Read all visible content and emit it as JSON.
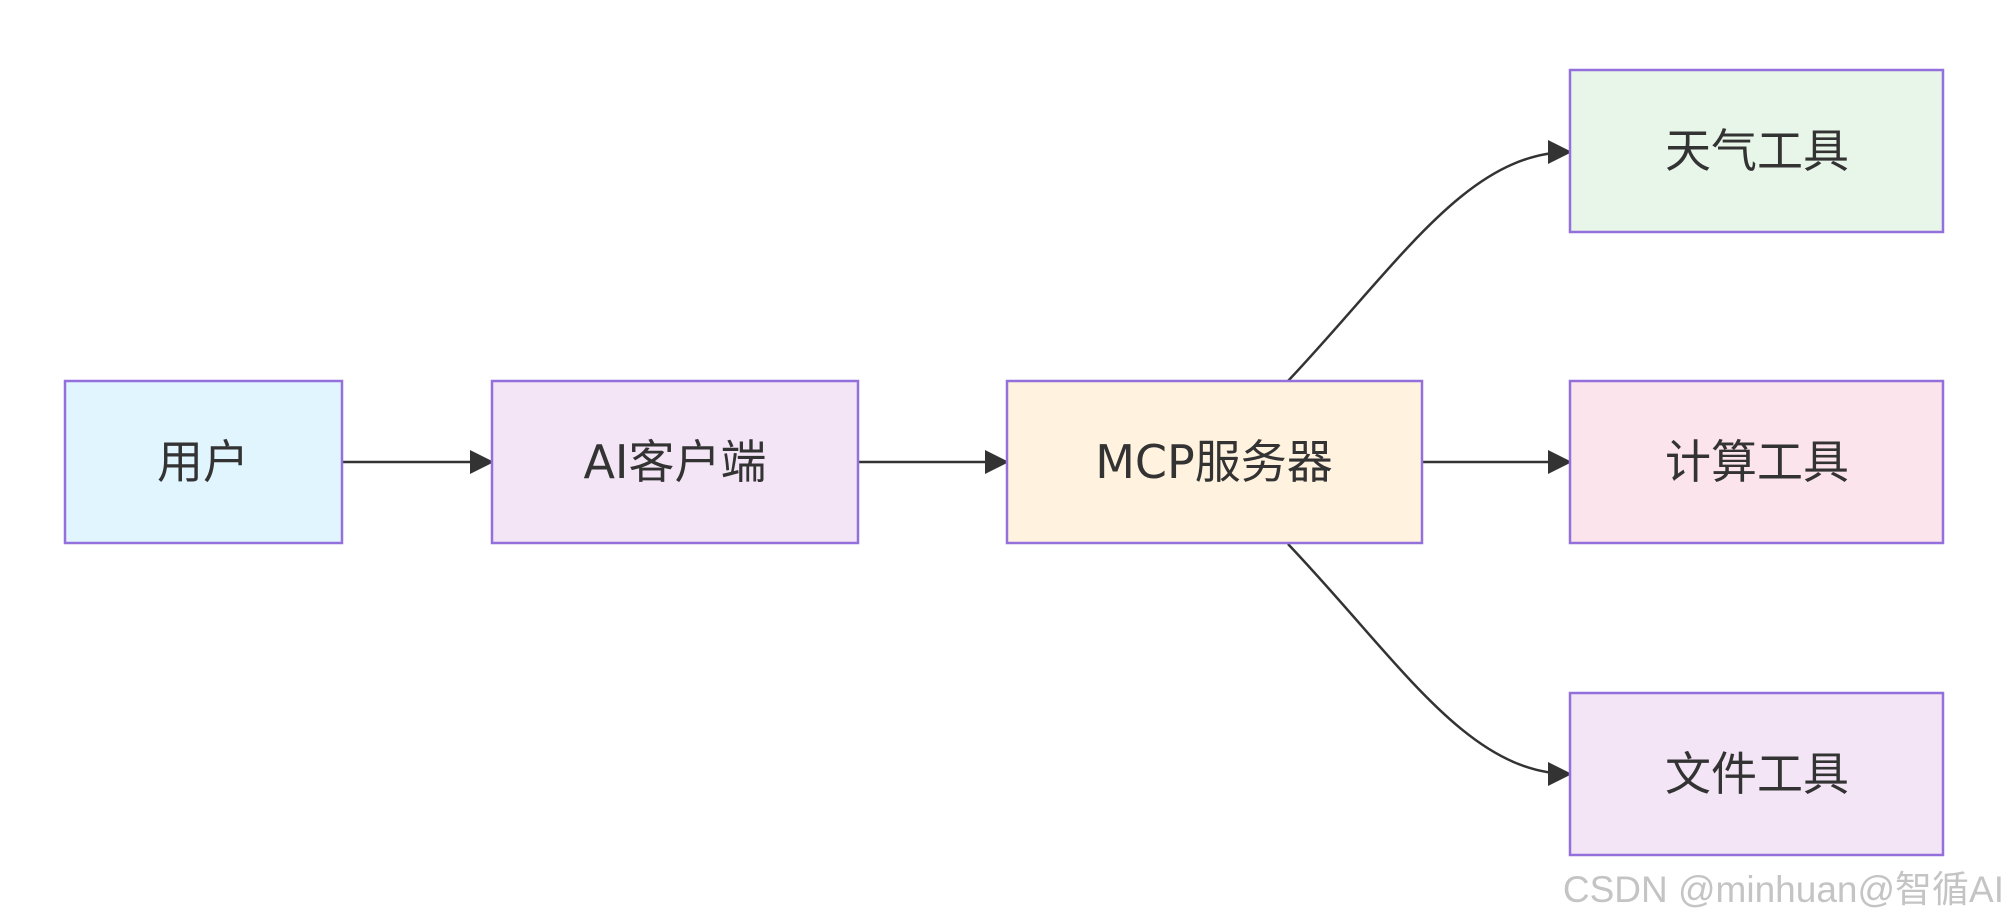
{
  "nodes": [
    {
      "id": "user",
      "label": "用户",
      "fill": "#e1f5fe"
    },
    {
      "id": "ai-client",
      "label": "AI客户端",
      "fill": "#f3e5f5"
    },
    {
      "id": "mcp-server",
      "label": "MCP服务器",
      "fill": "#fff3e0"
    },
    {
      "id": "weather-tool",
      "label": "天气工具",
      "fill": "#e8f5e9"
    },
    {
      "id": "calc-tool",
      "label": "计算工具",
      "fill": "#fce4ec"
    },
    {
      "id": "file-tool",
      "label": "文件工具",
      "fill": "#f3e5f5"
    }
  ],
  "edges": [
    {
      "from": "user",
      "to": "ai-client"
    },
    {
      "from": "ai-client",
      "to": "mcp-server"
    },
    {
      "from": "mcp-server",
      "to": "weather-tool"
    },
    {
      "from": "mcp-server",
      "to": "calc-tool"
    },
    {
      "from": "mcp-server",
      "to": "file-tool"
    }
  ],
  "colors": {
    "border": "#9370db",
    "edge": "#333333",
    "label": "#333333"
  },
  "watermark": "CSDN @minhuan@智循AI"
}
